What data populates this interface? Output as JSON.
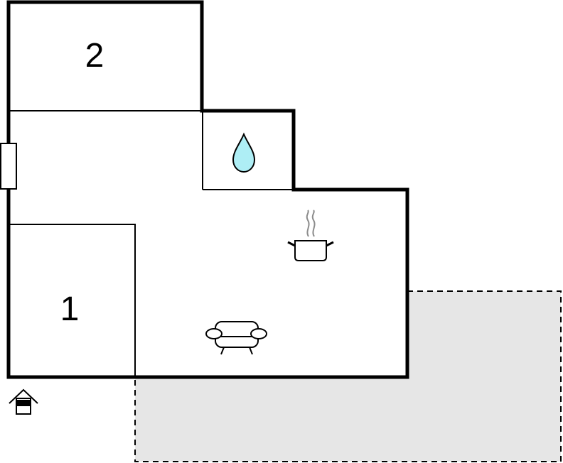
{
  "rooms": [
    {
      "id": "bedroom-2",
      "label": "2"
    },
    {
      "id": "bedroom-1",
      "label": "1"
    }
  ],
  "icons": {
    "bathroom": "water-drop-icon",
    "kitchen": "cooking-pot-icon",
    "living": "sofa-icon",
    "entrance": "entrance-house-icon",
    "door": "door-icon"
  },
  "areas": {
    "terrace": "terrace-area"
  },
  "colors": {
    "wall": "#000000",
    "terrace_fill": "#e6e6e6",
    "terrace_border": "#000000",
    "water": "#aeeef5",
    "steam": "#8c8c8c",
    "background": "#ffffff"
  }
}
